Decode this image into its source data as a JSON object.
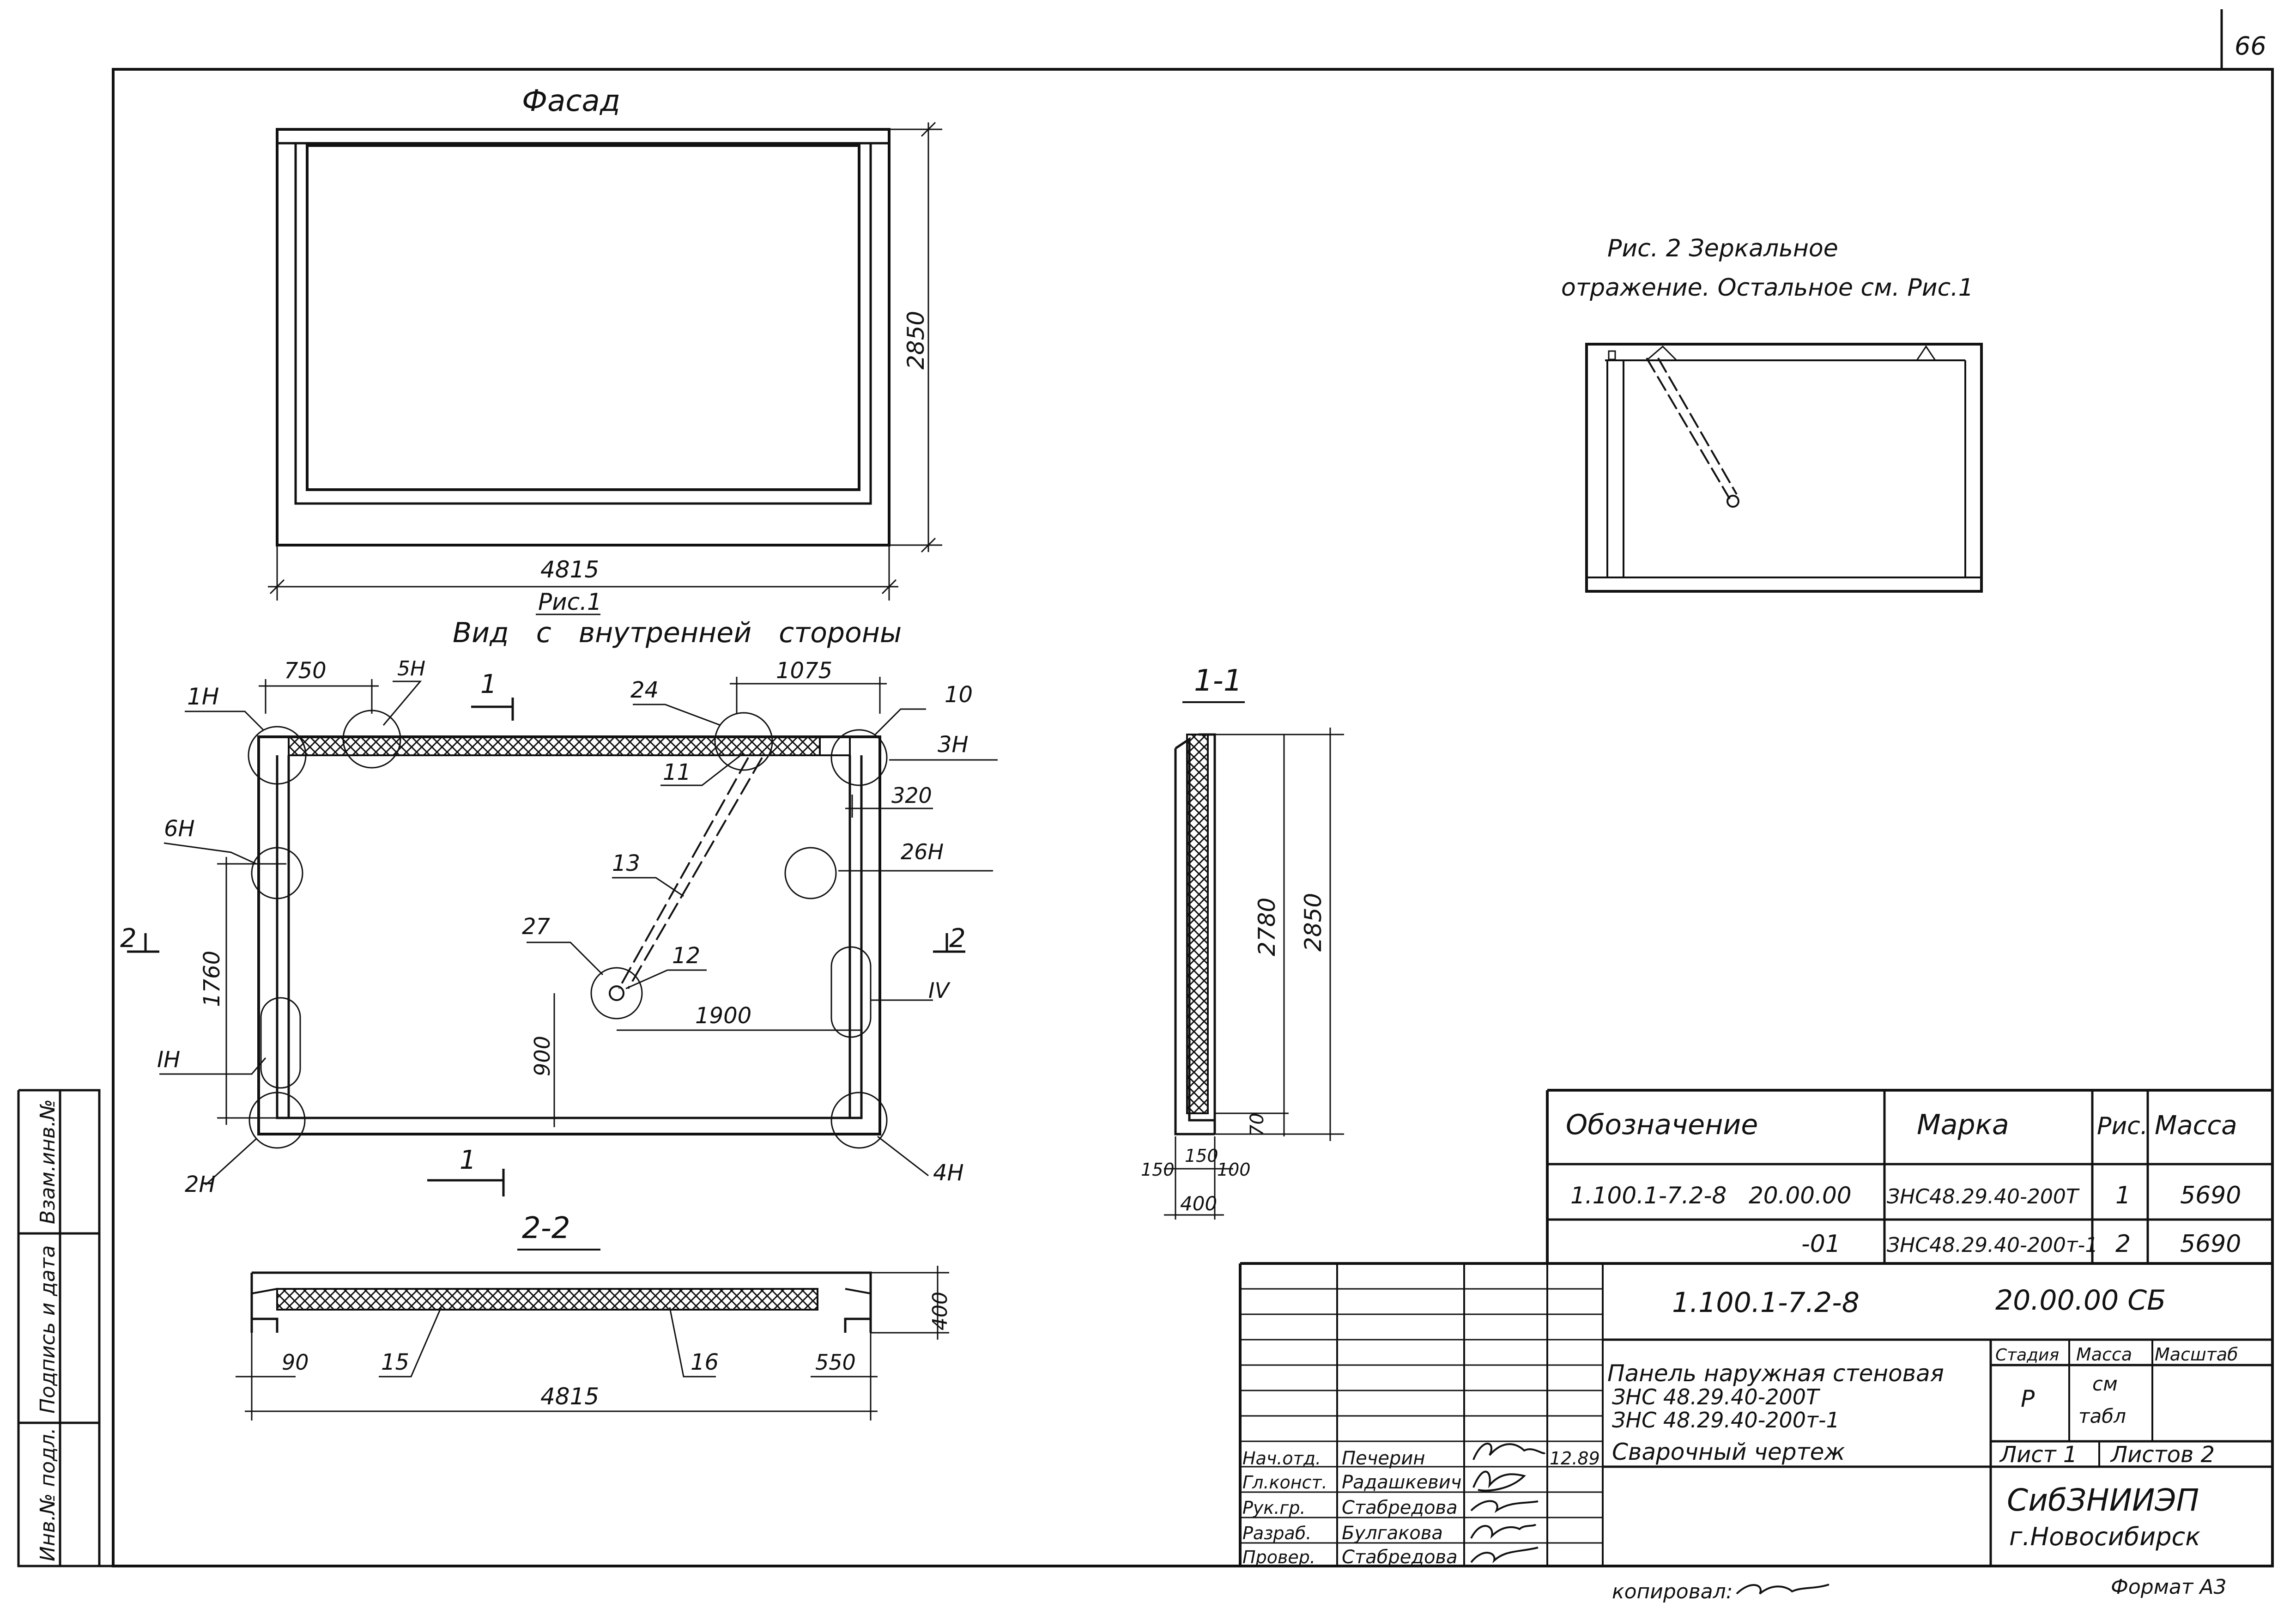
{
  "sheet_number": "66",
  "fig1": {
    "title": "Фасад",
    "dim_height": "2850",
    "dim_width": "4815",
    "caption": "Рис.1"
  },
  "inner_view": {
    "title": "Вид с внутренней стороны",
    "labels": {
      "1H": "1Н",
      "5H": "5Н",
      "2_4": "24",
      "10": "10",
      "3H": "3Н",
      "11": "11",
      "6H": "6Н",
      "13": "13",
      "26H": "26Н",
      "27": "27",
      "12": "12",
      "IH": "IН",
      "IV": "IV",
      "2H": "2Н",
      "4H": "4Н",
      "cut1": "1",
      "cut2": "2"
    },
    "dims": {
      "d750": "750",
      "d1075": "1075",
      "d320": "320",
      "d1760": "1760",
      "d900": "900",
      "d1900": "1900"
    }
  },
  "fig2": {
    "caption_line1": "Рис. 2   Зеркальное",
    "caption_line2": "отражение. Остальное см. Рис.1"
  },
  "section_1_1": {
    "title": "1-1",
    "dims": {
      "d2780": "2780",
      "d2850": "2850",
      "d70": "70",
      "d150a": "150",
      "d150b": "150",
      "d100": "100",
      "d400": "400"
    }
  },
  "section_2_2": {
    "title": "2-2",
    "dims": {
      "d90": "90",
      "d15": "15",
      "d4815": "4815",
      "d16": "16",
      "d550": "550",
      "d400": "400"
    }
  },
  "spec_table": {
    "headers": [
      "Обозначение",
      "Марка",
      "Рис.",
      "Масса"
    ],
    "rows": [
      [
        "1.100.1-7.2-8   20.00.00",
        "ЗНС48.29.40-200Т",
        "1",
        "5690"
      ],
      [
        "-01",
        "ЗНС48.29.40-200т-1",
        "2",
        "5690"
      ]
    ]
  },
  "title_block": {
    "doc_code_left": "1.100.1-7.2-8",
    "doc_code_right": "20.00.00 СБ",
    "name_lines": [
      "Панель наружная стеновая",
      "ЗНС 48.29.40-200Т",
      "ЗНС 48.29.40-200т-1",
      "Сварочный чертеж"
    ],
    "stage_header": "Стадия",
    "mass_header": "Масса",
    "scale_header": "Масштаб",
    "stage_value": "Р",
    "mass_value_1": "см",
    "mass_value_2": "табл",
    "sheet_label": "Лист 1",
    "sheets_label": "Листов 2",
    "org_line1": "СибЗНИИЭП",
    "org_line2": "г.Новосибирск",
    "date": "12.89",
    "staff": [
      {
        "role": "Нач.отд.",
        "name": "Печерин"
      },
      {
        "role": "Гл.конст.",
        "name": "Радашкевич"
      },
      {
        "role": "Рук.гр.",
        "name": "Стабредова"
      },
      {
        "role": "Разраб.",
        "name": "Булгакова"
      },
      {
        "role": "Провер.",
        "name": "Стабредова"
      }
    ]
  },
  "side_stamp": [
    "Взам.инв.№",
    "Подпись и дата",
    "Инв.№ подл."
  ],
  "footer": {
    "copied": "копировал:",
    "format": "Формат А3"
  }
}
